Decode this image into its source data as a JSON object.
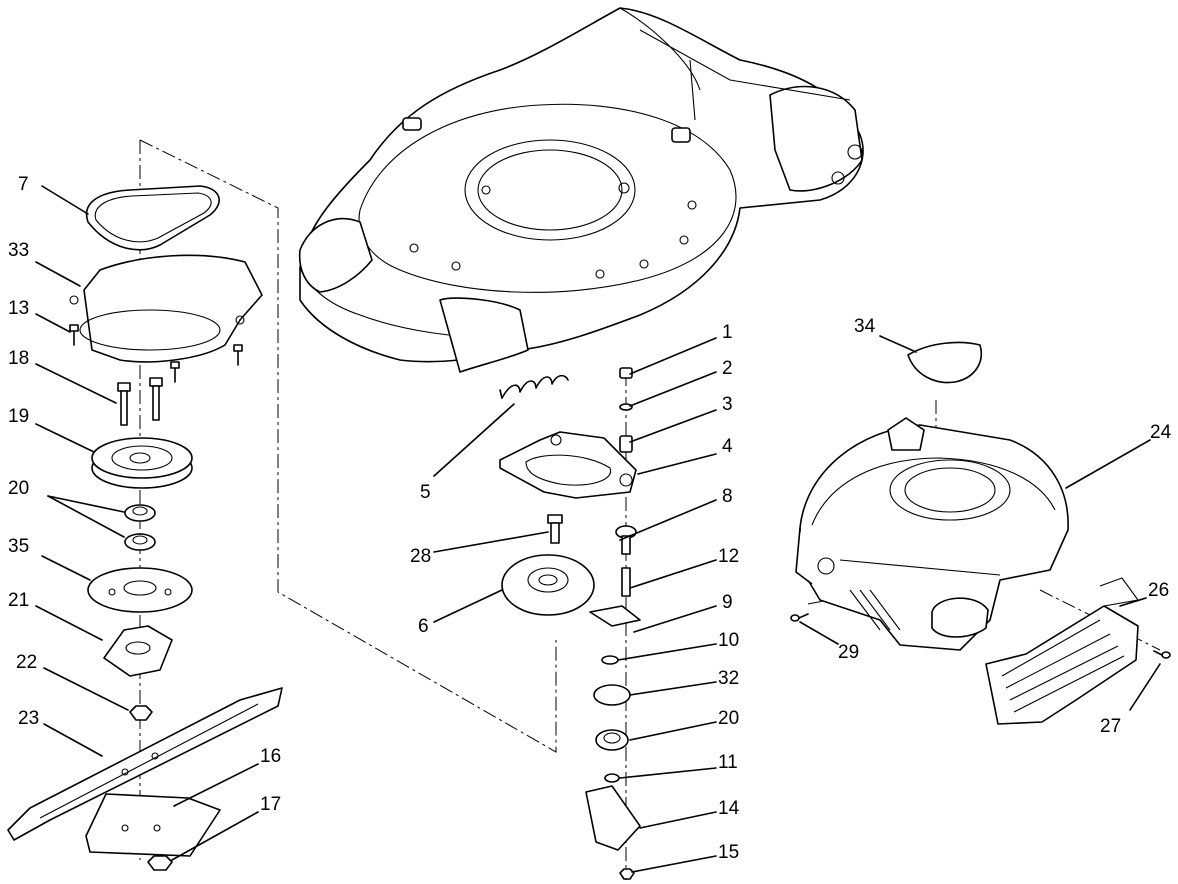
{
  "callouts": {
    "c1": "1",
    "c2": "2",
    "c3": "3",
    "c4": "4",
    "c5": "5",
    "c6": "6",
    "c7": "7",
    "c8": "8",
    "c9": "9",
    "c10": "10",
    "c11": "11",
    "c12": "12",
    "c13": "13",
    "c14": "14",
    "c15": "15",
    "c16": "16",
    "c17": "17",
    "c18": "18",
    "c19": "19",
    "c20a": "20",
    "c20b": "20",
    "c21": "21",
    "c22": "22",
    "c23": "23",
    "c24": "24",
    "c26": "26",
    "c27": "27",
    "c28": "28",
    "c29": "29",
    "c32": "32",
    "c33": "33",
    "c34": "34",
    "c35": "35"
  }
}
